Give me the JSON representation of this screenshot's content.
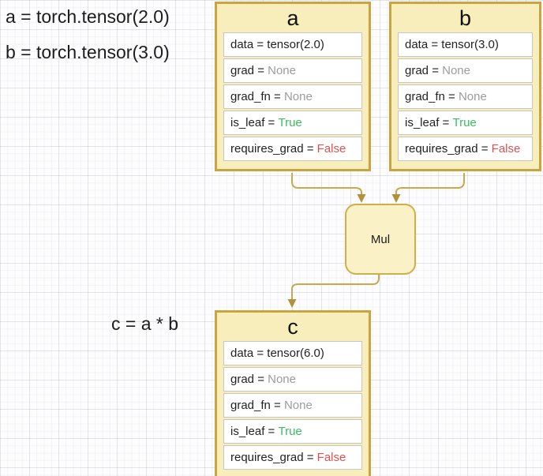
{
  "colors": {
    "box_border": "#c9a43f",
    "box_fill": "#f8eebc",
    "op_fill": "#faf1c6",
    "row_fill": "#ffffff",
    "row_border": "#c6c6c6",
    "arrow_line": "#c9a84e",
    "arrowhead": "#b3913a",
    "value_muted": "#9b9b9b",
    "value_true": "#3dbb5e",
    "value_false": "#e05252",
    "text": "#1c1c1c"
  },
  "code_lines": {
    "line_a": "a = torch.tensor(2.0)",
    "line_b": "b = torch.tensor(3.0)",
    "line_c": "c = a * b"
  },
  "op_node": {
    "label": "Mul"
  },
  "nodes": {
    "a": {
      "title": "a",
      "rows": [
        {
          "prefix": "data = ",
          "value": "tensor(2.0)"
        },
        {
          "prefix": "grad = ",
          "value": "None"
        },
        {
          "prefix": "grad_fn = ",
          "value": "None"
        },
        {
          "prefix": "is_leaf = ",
          "value": "True"
        },
        {
          "prefix": "requires_grad = ",
          "value": "False"
        }
      ]
    },
    "b": {
      "title": "b",
      "rows": [
        {
          "prefix": "data = ",
          "value": "tensor(3.0)"
        },
        {
          "prefix": "grad = ",
          "value": "None"
        },
        {
          "prefix": "grad_fn = ",
          "value": "None"
        },
        {
          "prefix": "is_leaf = ",
          "value": "True"
        },
        {
          "prefix": "requires_grad = ",
          "value": "False"
        }
      ]
    },
    "c": {
      "title": "c",
      "rows": [
        {
          "prefix": "data = ",
          "value": "tensor(6.0)"
        },
        {
          "prefix": "grad = ",
          "value": "None"
        },
        {
          "prefix": "grad_fn = ",
          "value": "None"
        },
        {
          "prefix": "is_leaf = ",
          "value": "True"
        },
        {
          "prefix": "requires_grad = ",
          "value": "False"
        }
      ]
    }
  }
}
